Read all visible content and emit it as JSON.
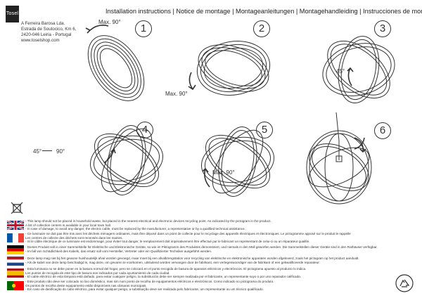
{
  "brand": {
    "logo": "Tosel"
  },
  "company": {
    "line1": "A Ferreira Barosa Lda.",
    "line2": "Estrada de Soutocico, Km 6,",
    "line3": "2420-046 Leiria - Portugal",
    "line4": "www.toselshop.com"
  },
  "title": "Installation instructions | Notice de montage | Montageanleitungen | Montagehandleiding | Instrucciones de montaje",
  "steps": [
    {
      "number": "1",
      "annotation": "Max. 90°"
    },
    {
      "number": "2",
      "annotation": "Max. 90°"
    },
    {
      "number": "3",
      "annotation": "45°"
    },
    {
      "number": "4",
      "annotation_from": "45°",
      "annotation_to": "90°"
    },
    {
      "number": "5",
      "annotation": "Max. 90°"
    },
    {
      "number": "6",
      "annotation": ""
    }
  ],
  "icons": {
    "weee": "crossed-out-bin-icon",
    "recycle": "recycling-symbol-icon"
  },
  "languages": [
    {
      "flag": "uk",
      "lines": [
        "- This lamp should not be placed in household waste, but placed in the nearest electrical and electronic devices recycling point. As indicated by the pictogram in the product.",
        "A list of collection centers is available in your local town hall.",
        "- In case of damage, to avoid any danger, the electric cable, must be replaced by the manufacturer, a representative or by a qualified technical assistance."
      ]
    },
    {
      "flag": "fr",
      "lines": [
        "- Ce luminaire ne doit pas être mis avec les déchets ménagers ordinaires, mais être déposé dans un point de collecte pour le recyclage des appareils électriques et électroniques. Le pictogramme apposé sur le produit le rappelle",
        "Les centres de collecte des déchets sont recensés dans les mairies.",
        "- Si le câble électrique de ce luminaire est endommagé, pour éviter tout danger, le remplacement doit impérativement être effectué par le fabricant un représentant de celui-ci ou un réparateur qualifié."
      ]
    },
    {
      "flag": "de",
      "lines": [
        "- Dieses Produkt soll in einer Sammelstelle für Elektrische und Elektronische Geräte, so wie im Piktogramm des Produktes demonstriert, und niemals in den Müll geworfen werden. Die Sammelstellen dieser Geräte sind in den Rathäuser verfügbar.",
        "- Im fall von Schädlichkeit des Kabels, das ersatz soll vom Hersteller, Vertreter oder ein Qualifizierter Techniker ausgeführt werden."
      ]
    },
    {
      "flag": "nl",
      "lines": [
        "- Deze lamp mag niet bij het gewone huishoudelijk afval worden gevoegd, maar moet bij een afvalbrengstation voor recycling van elektrische en elektronische apparaten worden afgeleverd, zoals het pictogram op het product aanduidt.",
        "- Als de kabel van deze lamp beschadigd is, mag deze, om gevaren te voorkomen, uitsluitend worden vervangen door de fabrikant, een vertegenwoordiger van de fabrikant of een gekwalificeerde reparateur."
      ]
    },
    {
      "flag": "es",
      "lines": [
        "- Esta luminaria no se debe poner en la basura normal del hogar, pero se colocará en el punto recogida de basura de aparatos eléctricos y electrónicos. El pictograma apuesto al producto lo indica.",
        "Los puntos de recogida de este tipo de basura son indicados por cada ayuntamiento de cada ciudad.",
        "- El cable eléctrico de esta lámpara está dañado, para evitar cualquier peligro, la substitución debe ser siempre realizada por el fabricante, un representante suyo o por uno reparador calificado."
      ]
    },
    {
      "flag": "pt",
      "lines": [
        "- Este produto não deve ser colocado no lixo doméstico, mas sim num ponto de recolha de equipamentos eléctricos e electrónicos. Como indicado no pictograma do produto.",
        "Os pontos de recolha deste equipamento estão disponíveis nas câmaras municipais.",
        "- Em caso de danificação do cabo eléctrico, para evitar qualquer perigo, a substituição deve ser realizada pelo fabricante, um representante ou um técnico qualificado."
      ]
    }
  ]
}
